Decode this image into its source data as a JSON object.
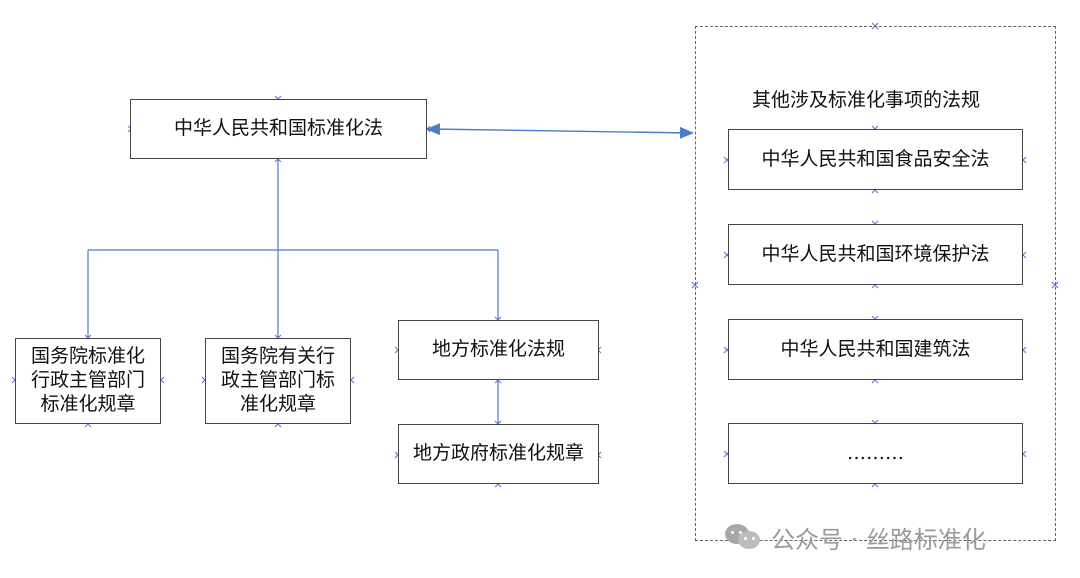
{
  "diagram": {
    "root_label": "中华人民共和国标准化法",
    "children": [
      {
        "label": "国务院标准化\n行政主管部门\n标准化规章"
      },
      {
        "label": "国务院有关行\n政主管部门标\n准化规章"
      },
      {
        "label": "地方标准化法规"
      }
    ],
    "grandchild_label": "地方政府标准化规章",
    "group": {
      "title": "其他涉及标准化事项的法规",
      "items": [
        {
          "label": "中华人民共和国食品安全法"
        },
        {
          "label": "中华人民共和国环境保护法"
        },
        {
          "label": "中华人民共和国建筑法"
        },
        {
          "label": "………"
        }
      ]
    },
    "colors": {
      "connector": "#4a7cc7",
      "box_border": "#444444",
      "group_border": "#666666",
      "handle": "#5b6fd6"
    }
  },
  "watermark": {
    "icon": "wechat-icon",
    "text": "公众号 · 丝路标准化"
  }
}
